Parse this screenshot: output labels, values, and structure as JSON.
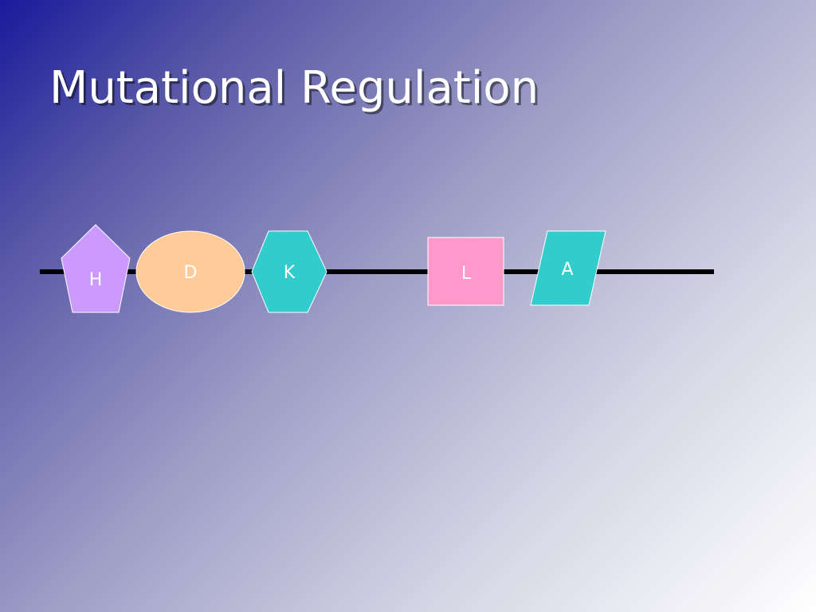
{
  "slide": {
    "title": "Mutational Regulation"
  },
  "diagram": {
    "segments": [
      {
        "label": "H",
        "shape": "pentagon",
        "color": "#cc99ff"
      },
      {
        "label": "D",
        "shape": "ellipse",
        "color": "#ffcc99"
      },
      {
        "label": "K",
        "shape": "hexagon",
        "color": "#33cccc"
      },
      {
        "label": "L",
        "shape": "square",
        "color": "#ff99cc"
      },
      {
        "label": "A",
        "shape": "parallelogram",
        "color": "#33cccc"
      }
    ]
  }
}
